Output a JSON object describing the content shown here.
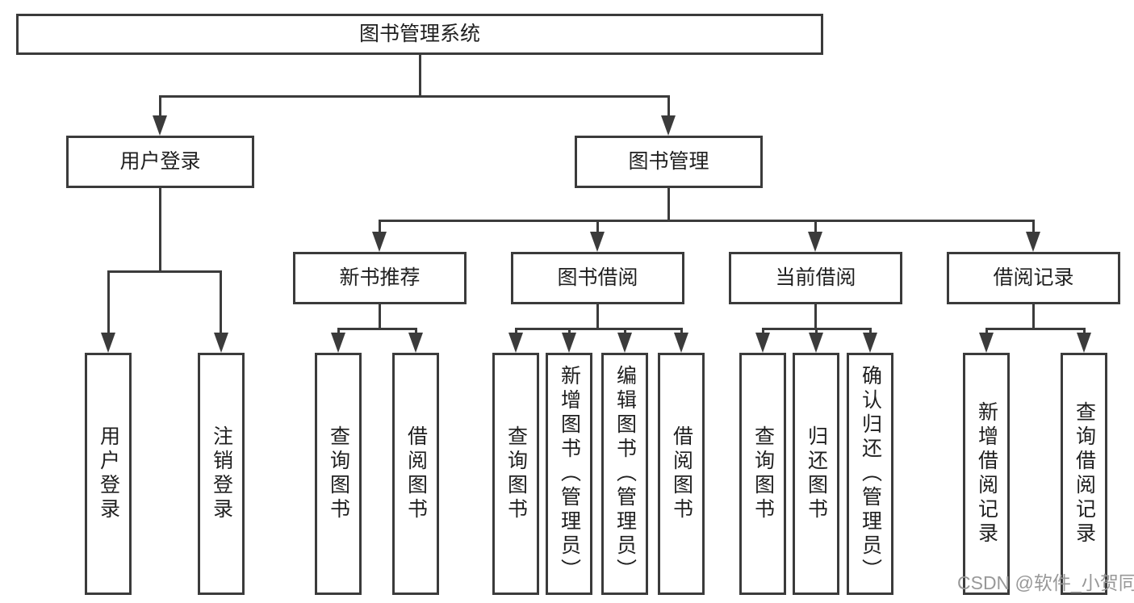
{
  "diagram": {
    "root": {
      "label": "图书管理系统",
      "children": [
        {
          "label": "用户登录",
          "children": [
            {
              "label": "用户登录"
            },
            {
              "label": "注销登录"
            }
          ]
        },
        {
          "label": "图书管理",
          "children": [
            {
              "label": "新书推荐",
              "children": [
                {
                  "label": "查询图书"
                },
                {
                  "label": "借阅图书"
                }
              ]
            },
            {
              "label": "图书借阅",
              "children": [
                {
                  "label": "查询图书"
                },
                {
                  "label": "新增图书（管理员）"
                },
                {
                  "label": "编辑图书（管理员）"
                },
                {
                  "label": "借阅图书"
                }
              ]
            },
            {
              "label": "当前借阅",
              "children": [
                {
                  "label": "查询图书"
                },
                {
                  "label": "归还图书"
                },
                {
                  "label": "确认归还（管理员）"
                }
              ]
            },
            {
              "label": "借阅记录",
              "children": [
                {
                  "label": "新增借阅记录"
                },
                {
                  "label": "查询借阅记录"
                }
              ]
            }
          ]
        }
      ]
    }
  },
  "watermark": {
    "text": "CSDN @软件_小贺同学"
  },
  "colors": {
    "line": "#3b3b3b",
    "text": "#1f1f1f",
    "watermark": "#989898",
    "background": "#ffffff"
  }
}
